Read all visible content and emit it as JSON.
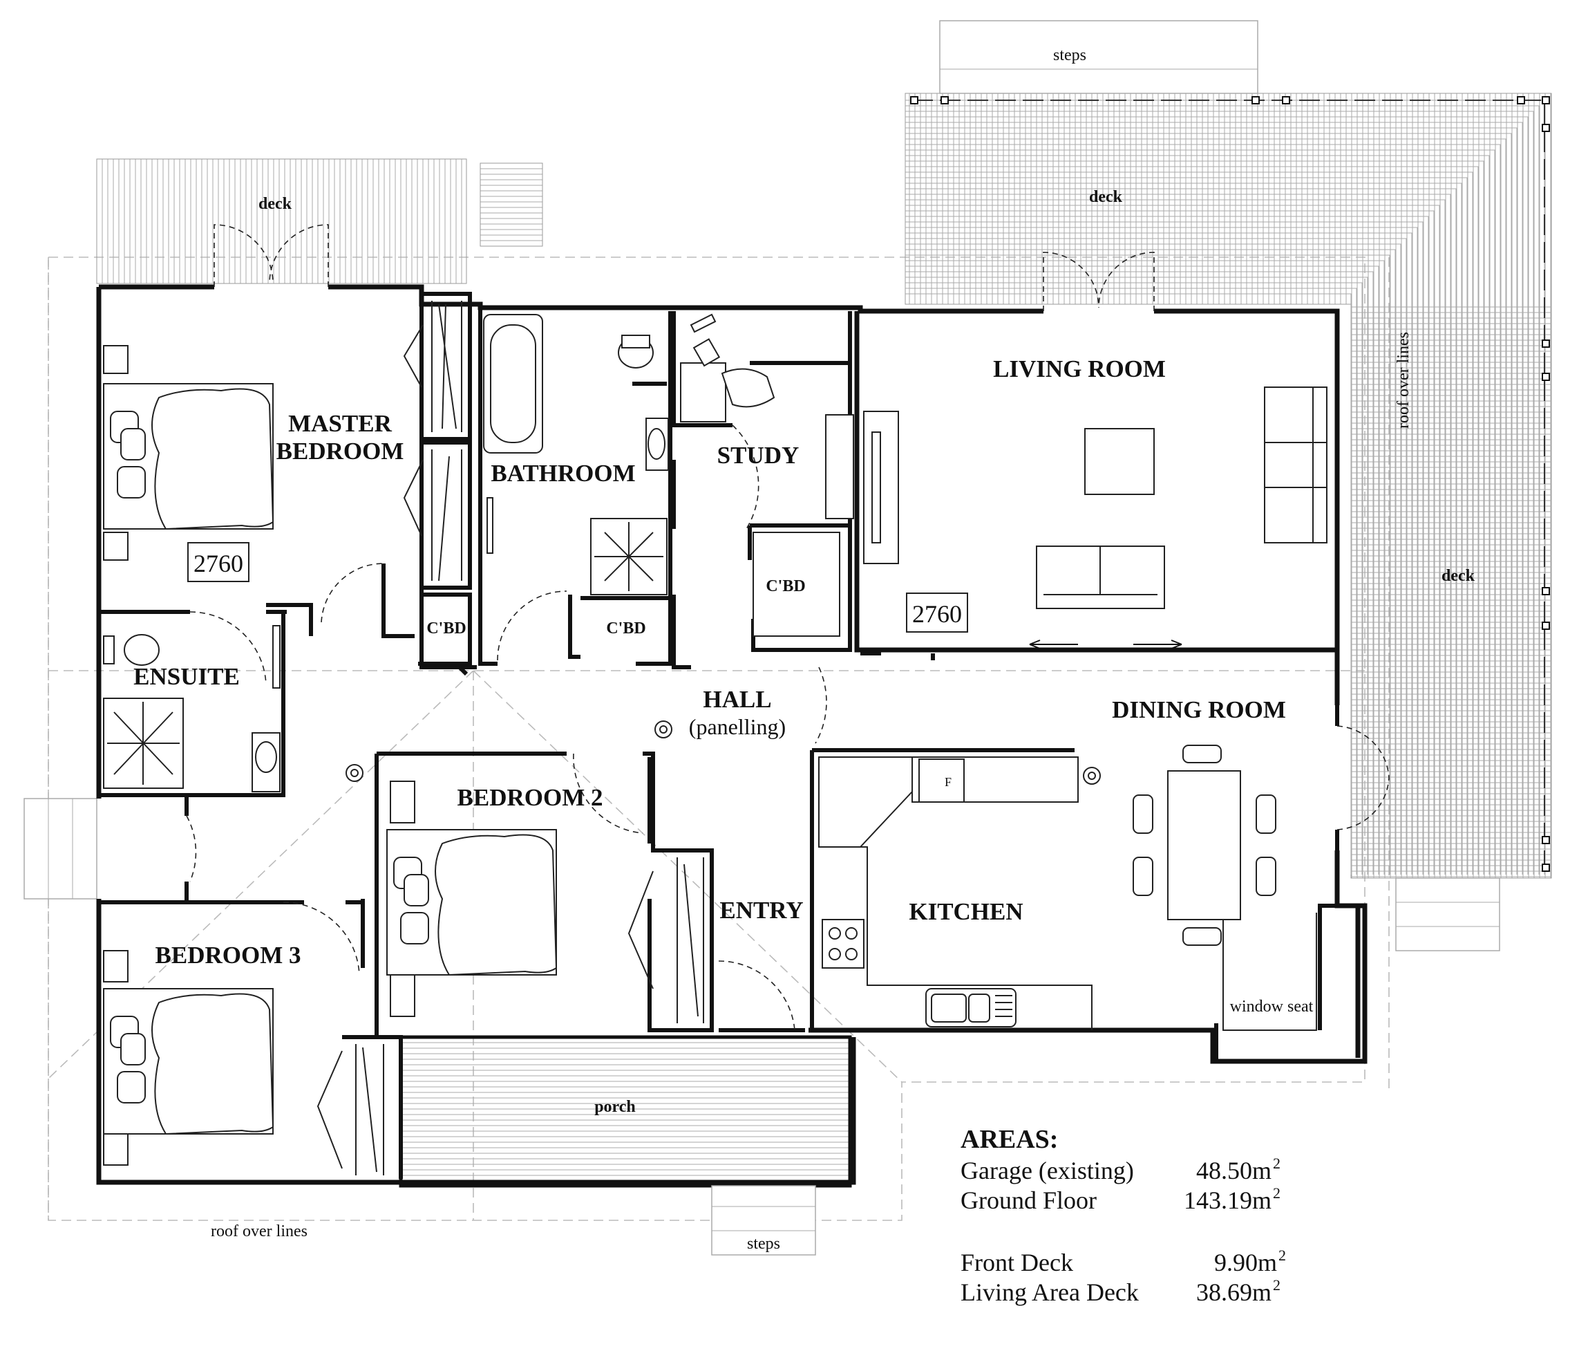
{
  "rooms": {
    "living_room": "LIVING ROOM",
    "master_bedroom_1": "MASTER",
    "master_bedroom_2": "BEDROOM",
    "bathroom": "BATHROOM",
    "study": "STUDY",
    "ensuite": "ENSUITE",
    "hall": "HALL",
    "hall_note": "(panelling)",
    "dining_room": "DINING ROOM",
    "bedroom2": "BEDROOM 2",
    "bedroom3": "BEDROOM 3",
    "entry": "ENTRY",
    "kitchen": "KITCHEN",
    "cbd": "C'BD"
  },
  "labels": {
    "deck": "deck",
    "steps": "steps",
    "porch": "porch",
    "roof_over_lines": "roof over lines",
    "window_seat": "window seat",
    "fridge": "F",
    "ceiling_height": "2760"
  },
  "areas": {
    "title": "AREAS:",
    "rows": [
      {
        "name": "Garage (existing)",
        "value": "48.50m",
        "unit_sup": "2"
      },
      {
        "name": "Ground Floor",
        "value": "143.19m",
        "unit_sup": "2"
      },
      {
        "name": "Front Deck",
        "value": "9.90m",
        "unit_sup": "2"
      },
      {
        "name": "Living Area Deck",
        "value": "38.69m",
        "unit_sup": "2"
      }
    ]
  }
}
